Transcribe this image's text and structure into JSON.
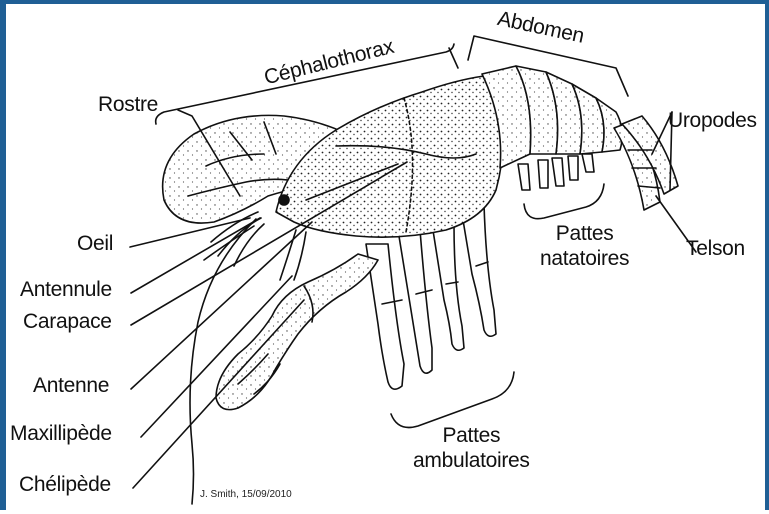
{
  "labels": {
    "cephalothorax": "Céphalothorax",
    "abdomen": "Abdomen",
    "rostre": "Rostre",
    "uropodes": "Uropodes",
    "oeil": "Oeil",
    "antennule": "Antennule",
    "carapace": "Carapace",
    "antenne": "Antenne",
    "maxillipede": "Maxillipède",
    "chelipede": "Chélipède",
    "telson": "Telson",
    "pattes_natatoires": [
      "Pattes",
      "natatoires"
    ],
    "pattes_ambulatoires": [
      "Pattes",
      "ambulatoires"
    ]
  },
  "credit": "J. Smith, 15/09/2010",
  "colors": {
    "frame": "#1f5f95",
    "ink": "#111111"
  }
}
